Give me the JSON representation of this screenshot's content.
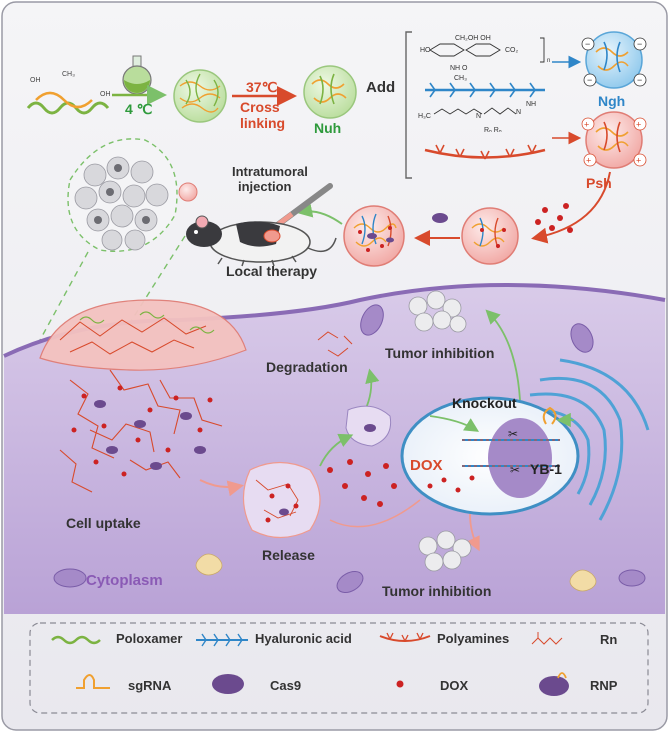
{
  "top": {
    "temp_cold": "4 ℃",
    "temp_hot": "37℃",
    "crosslink_label": [
      "Cross",
      "linking"
    ],
    "nuh_label": "Nuh",
    "add_label": "Add",
    "ngh_label": "Ngh",
    "psh_label": "Psh",
    "injection_label": [
      "Intratumoral",
      "injection"
    ],
    "local_therapy_label": "Local therapy"
  },
  "cell": {
    "tumor_inhibition_top": "Tumor inhibition",
    "degradation_label": "Degradation",
    "knockout_label": "Knockout",
    "dox_label": "DOX",
    "yb1_label": "YB-1",
    "cell_uptake_label": "Cell uptake",
    "release_label": "Release",
    "cytoplasm_label": "Cytoplasm",
    "tumor_inhibition_bottom": "Tumor inhibition"
  },
  "legend": {
    "items": [
      {
        "key": "poloxamer",
        "label": "Poloxamer",
        "icon": "wavy-line-icon",
        "color": "#7cb342"
      },
      {
        "key": "hyaluronic",
        "label": "Hyaluronic acid",
        "icon": "branched-chain-icon",
        "color": "#2f86c8"
      },
      {
        "key": "polyamines",
        "label": "Polyamines",
        "icon": "branched-chain-icon",
        "color": "#d84a2c"
      },
      {
        "key": "rn",
        "label": "Rn",
        "icon": "chemical-structure-icon",
        "color": "#d84a2c"
      },
      {
        "key": "sgrna",
        "label": "sgRNA",
        "icon": "hairpin-icon",
        "color": "#f0a030"
      },
      {
        "key": "cas9",
        "label": "Cas9",
        "icon": "blob-icon",
        "color": "#6b4a8e"
      },
      {
        "key": "dox",
        "label": "DOX",
        "icon": "dot-icon",
        "color": "#cc2222"
      },
      {
        "key": "rnp",
        "label": "RNP",
        "icon": "blob-hairpin-icon",
        "color": "#6b4a8e"
      }
    ]
  },
  "colors": {
    "green_text": "#2e9a3c",
    "red_text": "#d84a2c",
    "blue_text": "#2f86c8",
    "cytoplasm_text": "#8a5ab5",
    "cell_fill": "#c9b6e0"
  }
}
